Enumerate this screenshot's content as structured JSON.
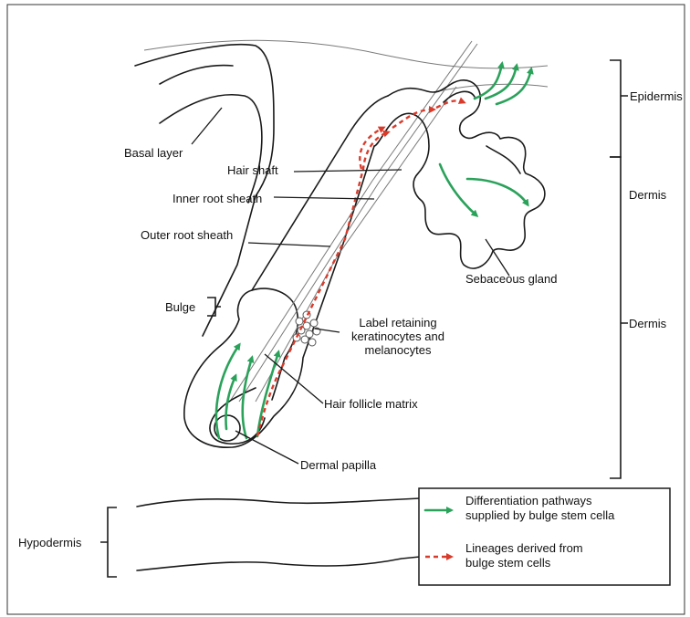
{
  "labels": {
    "basal_layer": "Basal layer",
    "hair_shaft": "Hair shaft",
    "inner_root_sheath": "Inner root sheath",
    "outer_root_sheath": "Outer root sheath",
    "bulge": "Bulge",
    "label_retaining_1": "Label retaining",
    "label_retaining_2": "keratinocytes and",
    "label_retaining_3": "melanocytes",
    "hair_follicle_matrix": "Hair follicle matrix",
    "dermal_papilla": "Dermal papilla",
    "sebaceous_gland": "Sebaceous gland",
    "epidermis": "Epidermis",
    "dermis_top": "Dermis",
    "dermis_mid": "Dermis",
    "hypodermis": "Hypodermis"
  },
  "legend": {
    "green_1": "Differentiation pathways",
    "green_2": "supplied by bulge stem cella",
    "red_1": "Lineages derived from",
    "red_2": "bulge stem cells"
  },
  "colors": {
    "differentiation": "#2aa25a",
    "lineage": "#d93b2b",
    "outline": "#1a1a1a"
  }
}
